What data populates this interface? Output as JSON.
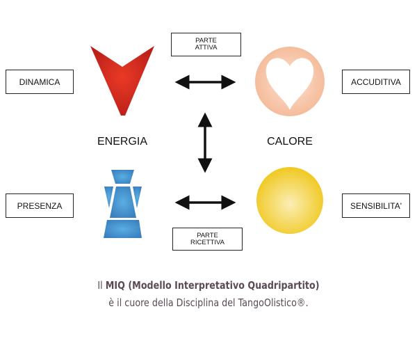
{
  "boxes": {
    "dinamica": "DINAMICA",
    "parte_attiva_1": "PARTE",
    "parte_attiva_2": "ATTIVA",
    "accuditiva": "ACCUDITIVA",
    "presenza": "PRESENZA",
    "sensibilita": "SENSIBILITA'",
    "parte_ricettiva_1": "PARTE",
    "parte_ricettiva_2": "RICETTIVA"
  },
  "labels": {
    "energia": "ENERGIA",
    "calore": "CALORE"
  },
  "caption": {
    "line1_prefix": "Il ",
    "line1_bold": "MIQ (Modello Interpretativo Quadripartito)",
    "line2": "è il cuore della Disciplina del TangoOlistico®."
  },
  "colors": {
    "red": "#d42a1f",
    "peach": "#f6c3a2",
    "yellow": "#f2cf2a",
    "blue": "#3f86c4"
  }
}
